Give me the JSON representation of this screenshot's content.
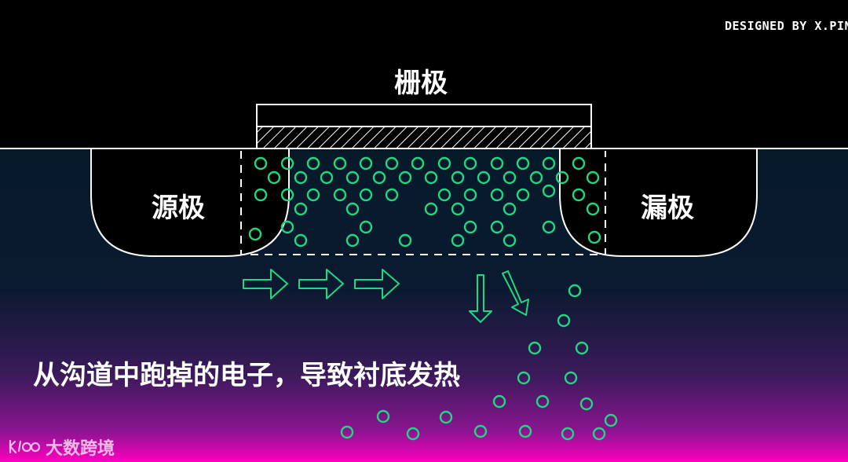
{
  "credit": "DESIGNED BY X.PIN",
  "labels": {
    "gate": "栅极",
    "source": "源极",
    "drain": "漏极"
  },
  "caption": "从沟道中跑掉的电子，导致衬底发热",
  "watermark": "大数跨境",
  "colors": {
    "background_top": "#000000",
    "substrate_top": "#061a2a",
    "substrate_bottom": "#ff00c0",
    "electron": "#1fd982",
    "outline": "#ffffff"
  },
  "icons": [
    "right-arrow-icon",
    "down-arrow-icon",
    "diagonal-arrow-icon",
    "watermark-logo-icon"
  ]
}
